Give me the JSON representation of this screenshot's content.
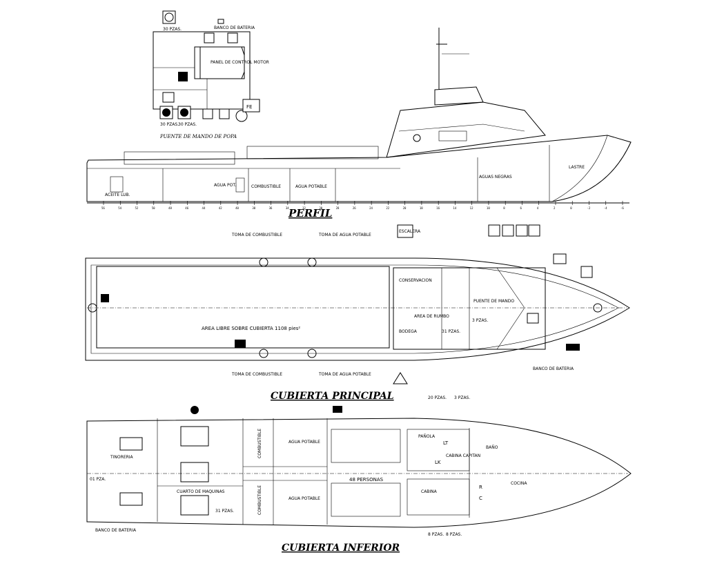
{
  "sections": {
    "profile_title": "PERFIL",
    "main_deck_title": "CUBIERTA PRINCIPAL",
    "lower_deck_title": "CUBIERTA INFERIOR",
    "bridge_caption": "PUENTE DE MANDO DE POPA"
  },
  "profile": {
    "aceite_lub": "ACEITE LUB.",
    "agua_pot_short": "AGUA POT.",
    "combustible": "COMBUSTIBLE",
    "agua_potable": "AGUA POTABLE",
    "aguas_negras": "AGUAS NEGRAS",
    "lastre": "LASTRE",
    "frame_numbers": [
      "56",
      "54",
      "52",
      "50",
      "48",
      "46",
      "44",
      "42",
      "40",
      "38",
      "36",
      "34",
      "32",
      "30",
      "28",
      "26",
      "24",
      "22",
      "20",
      "18",
      "16",
      "14",
      "12",
      "10",
      "8",
      "6",
      "4",
      "2",
      "0",
      "-2",
      "-4",
      "-6"
    ]
  },
  "bridge": {
    "banco_bateria": "BANCO DE BATERIA",
    "panel": "PANEL DE CONTROL MOTOR",
    "count_a": "30 PZAS.",
    "count_b": "30 PZAS.",
    "count_c": "30 PZAS.",
    "fe_label": "FE"
  },
  "main_deck": {
    "toma_comb_top": "TOMA DE COMBUSTIBLE",
    "toma_agua_top": "TOMA DE AGUA POTABLE",
    "toma_comb_bot": "TOMA DE COMBUSTIBLE",
    "toma_agua_bot": "TOMA DE AGUA POTABLE",
    "area_libre": "AREA LIBRE SOBRE CUBIERTA 1108 pies²",
    "conservacion": "CONSERVACION",
    "bodega": "BODEGA",
    "area_de_rumbo": "AREA DE RUMBO",
    "puente_de_mando": "PUENTE DE MANDO",
    "banco_bateria": "BANCO DE BATERIA",
    "pzas_1": "3 PZAS.",
    "pzas_2": "31 PZAS.",
    "stairs_sign": "ESCALERA"
  },
  "lower_deck": {
    "tinoreria": "TINORERIA",
    "cuarto_maquinas": "CUARTO DE MAQUINAS",
    "combustible_top": "COMBUSTIBLE",
    "combustible_bot": "COMBUSTIBLE",
    "agua_potable_top": "AGUA POTABLE",
    "agua_potable_bot": "AGUA POTABLE",
    "personas": "48 PERSONAS",
    "panola": "PAÑOLA",
    "cabina_capitan": "CABINA CAPITAN",
    "cabina": "CABINA",
    "bano": "BAÑO",
    "cocina": "COCINA",
    "lt": "LT",
    "lk": "LK",
    "r": "R",
    "c": "C",
    "pzas_20": "20 PZAS.",
    "pzas_3": "3 PZAS.",
    "pzas_31": "31 PZAS.",
    "pzas_8a": "8 PZAS.",
    "pzas_8b": "8 PZAS.",
    "pzas_01": "01 PZA.",
    "banco_bateria": "BANCO DE BATERIA"
  }
}
